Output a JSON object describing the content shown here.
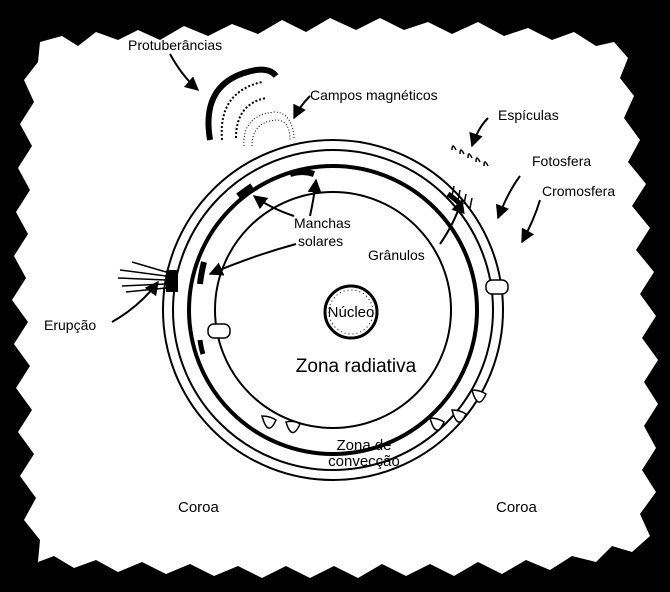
{
  "diagram": {
    "labels": {
      "protuberancias": "Protuberâncias",
      "campos": "Campos magnéticos",
      "espiculas": "Espículas",
      "fotosfera": "Fotosfera",
      "cromosfera": "Cromosfera",
      "manchas_1": "Manchas",
      "manchas_2": "solares",
      "granulos": "Grânulos",
      "erupcao": "Erupção",
      "nucleo": "Núcleo",
      "zona_radiativa": "Zona radiativa",
      "zona_conveccao_1": "Zona de",
      "zona_conveccao_2": "convecção",
      "coroa_left": "Coroa",
      "coroa_right": "Coroa"
    },
    "colors": {
      "background": "#000000",
      "corona": "#ffffff",
      "ink": "#000000"
    }
  }
}
